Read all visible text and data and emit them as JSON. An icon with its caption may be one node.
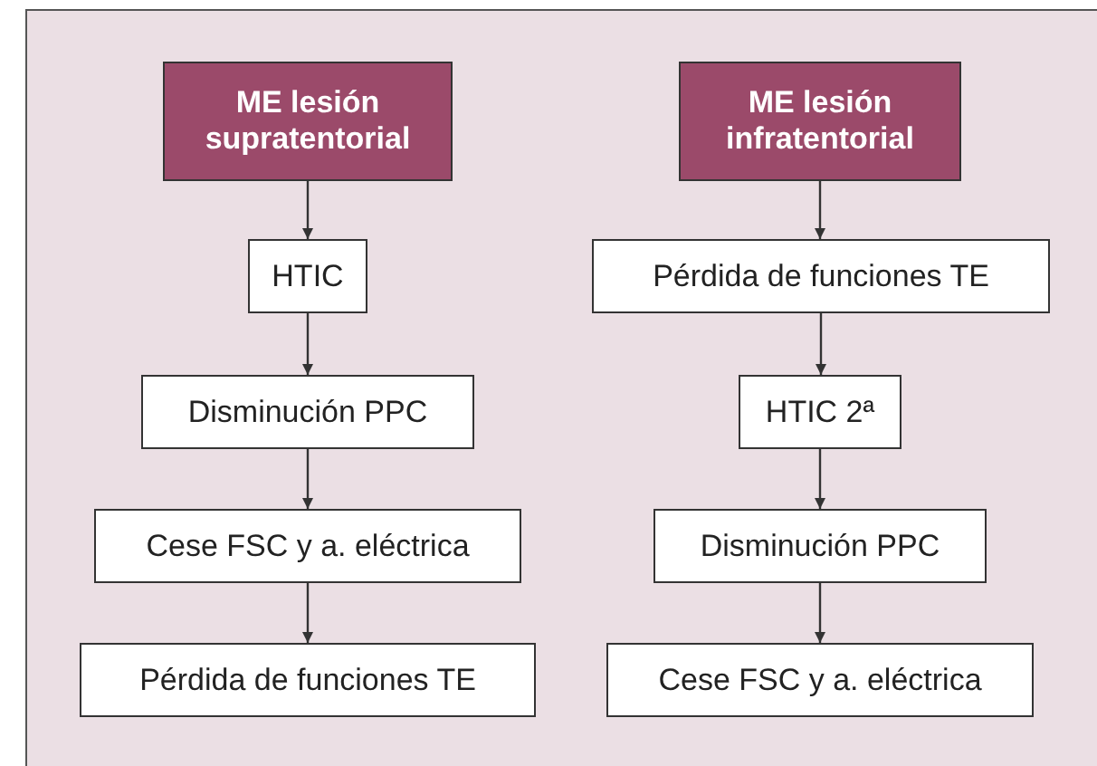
{
  "diagram": {
    "nodes": [
      {
        "text": [
          "ME lesión supratentorial"
        ]
      },
      {
        "text": [
          "ME lesión infratentorial"
        ]
      },
      {
        "text": [
          "HTIC"
        ]
      },
      {
        "text": [
          "Pérdida de funciones TE"
        ]
      },
      {
        "text": [
          "Disminución PPC"
        ]
      },
      {
        "text": [
          "HTIC 2ª"
        ]
      },
      {
        "text": [
          "Cese FSC y a. eléctrica"
        ]
      },
      {
        "text": [
          "Disminución PPC"
        ]
      },
      {
        "text": [
          "Pérdida de funciones TE"
        ]
      },
      {
        "text": [
          "Cese FSC y a. eléctrica"
        ]
      }
    ],
    "edges": [
      {
        "from": 0,
        "to": 2,
        "arrow": "to"
      },
      {
        "from": 2,
        "to": 4,
        "arrow": "to"
      },
      {
        "from": 4,
        "to": 6,
        "arrow": "to"
      },
      {
        "from": 6,
        "to": 8,
        "arrow": "to"
      },
      {
        "from": 1,
        "to": 3,
        "arrow": "to"
      },
      {
        "from": 3,
        "to": 5,
        "arrow": "to"
      },
      {
        "from": 5,
        "to": 7,
        "arrow": "to"
      },
      {
        "from": 7,
        "to": 9,
        "arrow": "to"
      }
    ]
  }
}
